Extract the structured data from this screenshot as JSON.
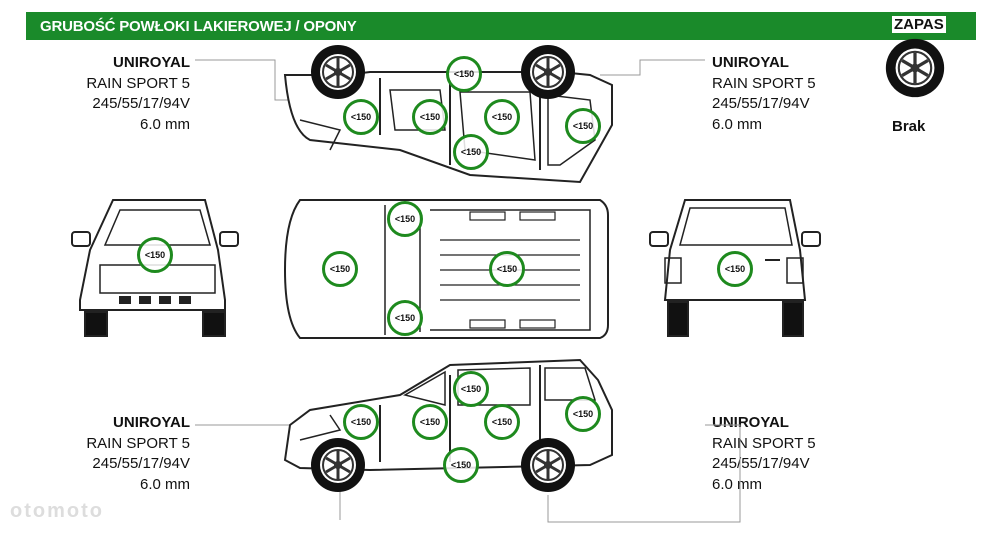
{
  "header": {
    "title": "GRUBOŚĆ POWŁOKI LAKIEROWEJ / OPONY",
    "spare_label": "ZAPAS"
  },
  "tires": {
    "front_left": {
      "brand": "UNIROYAL",
      "model": "RAIN SPORT 5",
      "size": "245/55/17/94V",
      "tread": "6.0 mm"
    },
    "front_right": {
      "brand": "UNIROYAL",
      "model": "RAIN SPORT 5",
      "size": "245/55/17/94V",
      "tread": "6.0 mm"
    },
    "rear_left": {
      "brand": "UNIROYAL",
      "model": "RAIN SPORT 5",
      "size": "245/55/17/94V",
      "tread": "6.0 mm"
    },
    "rear_right": {
      "brand": "UNIROYAL",
      "model": "RAIN SPORT 5",
      "size": "245/55/17/94V",
      "tread": "6.0 mm"
    },
    "spare": {
      "status": "Brak"
    }
  },
  "measurements": {
    "top_side": [
      "<150",
      "<150",
      "<150",
      "<150",
      "<150",
      "<150"
    ],
    "front": "<150",
    "roof": [
      "<150",
      "<150",
      "<150",
      "<150"
    ],
    "rear": "<150",
    "bottom_side": [
      "<150",
      "<150",
      "<150",
      "<150",
      "<150",
      "<150"
    ]
  },
  "watermark": "otomoto"
}
